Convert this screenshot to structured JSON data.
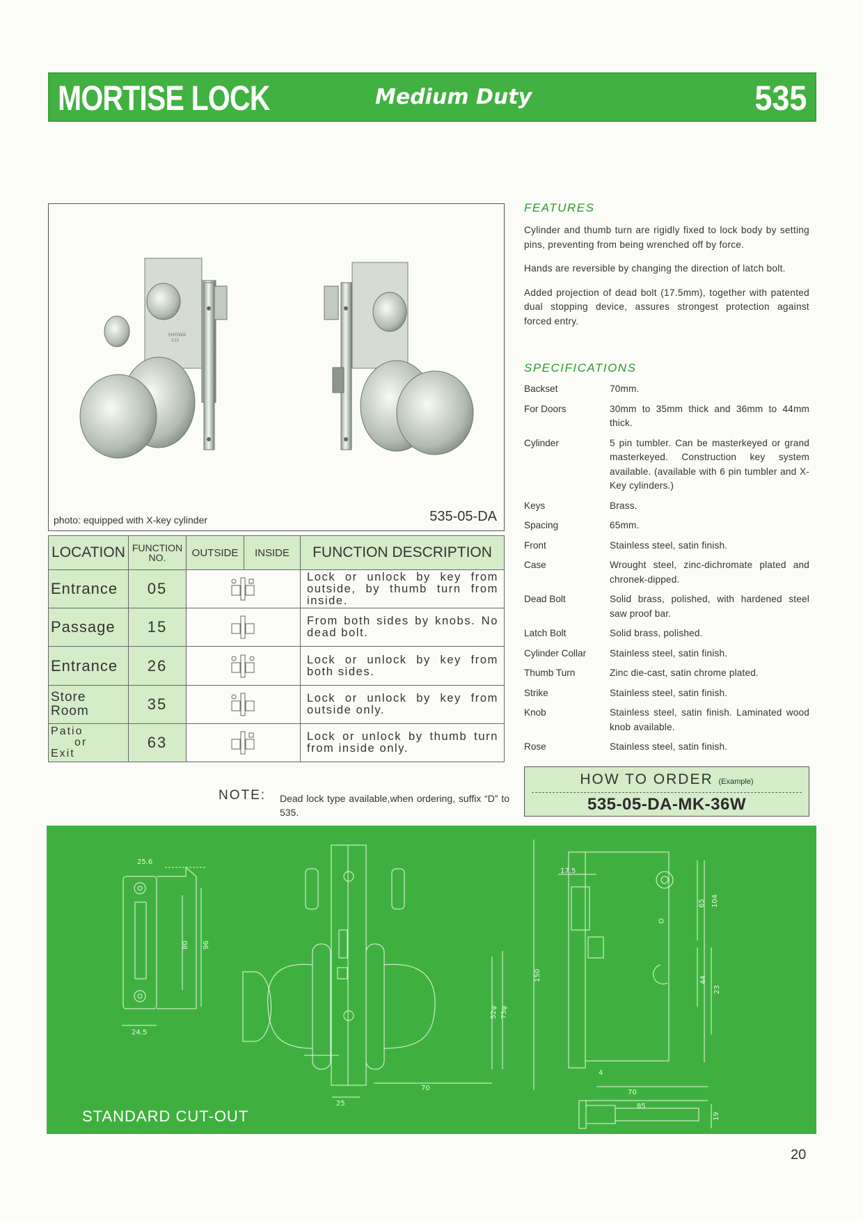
{
  "header": {
    "title": "MORTISE LOCK",
    "duty": "Medium Duty",
    "model": "535"
  },
  "photo": {
    "caption": "photo: equipped with X-key cylinder",
    "model_code": "535-05-DA",
    "brand_mark": "SHOWA",
    "brand_model": "535"
  },
  "function_table": {
    "headers": {
      "location": "LOCATION",
      "function_no_line1": "FUNCTION",
      "function_no_line2": "NO.",
      "outside": "OUTSIDE",
      "inside": "INSIDE",
      "description": "FUNCTION DESCRIPTION"
    },
    "rows": [
      {
        "location": "Entrance",
        "function_no": "05",
        "description": "Lock or unlock by key from outside, by thumb turn from inside."
      },
      {
        "location": "Passage",
        "function_no": "15",
        "description": "From both sides by knobs. No dead bolt."
      },
      {
        "location": "Entrance",
        "function_no": "26",
        "description": "Lock or unlock by key from both sides."
      },
      {
        "location_line1": "Store",
        "location_line2": "Room",
        "function_no": "35",
        "description": "Lock or unlock by key from outside only."
      },
      {
        "location_line1": "Patio",
        "location_line2": "or",
        "location_line3": "Exit",
        "function_no": "63",
        "description": "Lock or unlock by thumb turn from inside only."
      }
    ]
  },
  "note": {
    "label": "NOTE:",
    "text": "Dead lock type available,when ordering, suffix “D” to 535."
  },
  "features": {
    "title": "FEATURES",
    "paragraphs": [
      "Cylinder and thumb turn are rigidly fixed to lock body by setting pins, preventing from being wrenched off by force.",
      "Hands are reversible by changing the direction of latch bolt.",
      "Added projection of dead bolt (17.5mm), together with patented dual stopping device, assures strongest protection against forced entry."
    ]
  },
  "specifications": {
    "title": "SPECIFICATIONS",
    "rows": [
      {
        "key": "Backset",
        "value": "70mm."
      },
      {
        "key": "For Doors",
        "value": "30mm to 35mm thick and 36mm to 44mm thick."
      },
      {
        "key": "Cylinder",
        "value": "5 pin tumbler. Can be masterkeyed or grand masterkeyed. Construction key system available. (available with 6 pin tumbler and X-Key cylinders.)"
      },
      {
        "key": "Keys",
        "value": "Brass."
      },
      {
        "key": "Spacing",
        "value": "65mm."
      },
      {
        "key": "Front",
        "value": "Stainless steel, satin finish."
      },
      {
        "key": "Case",
        "value": "Wrought steel, zinc-dichromate plated and chronek-dipped."
      },
      {
        "key": "Dead Bolt",
        "value": "Solid brass, polished, with hardened steel saw proof bar."
      },
      {
        "key": "Latch Bolt",
        "value": "Solid brass, polished."
      },
      {
        "key": "Cylinder Collar",
        "value": "Stainless steel, satin finish."
      },
      {
        "key": "Thumb Turn",
        "value": "Zinc die-cast, satin chrome plated."
      },
      {
        "key": "Strike",
        "value": "Stainless steel, satin finish."
      },
      {
        "key": "Knob",
        "value": "Stainless steel, satin finish. Laminated wood knob available."
      },
      {
        "key": "Rose",
        "value": "Stainless steel, satin finish."
      }
    ]
  },
  "order": {
    "title": "HOW TO ORDER",
    "example": "(Example)",
    "code": "535-05-DA-MK-36W"
  },
  "drawing": {
    "label": "STANDARD CUT-OUT",
    "dimensions": {
      "strike_width": "25.6",
      "strike_offset": "24.5",
      "strike_h1": "80",
      "strike_h2": "96",
      "front_width": "25",
      "backset": "70",
      "rose_dia": "52φ",
      "knob_dia": "75φ",
      "height_total": "150",
      "deadbolt": "17.5",
      "spacing": "65",
      "height_104": "104",
      "height_44": "44",
      "height_23": "23",
      "case_4": "4",
      "case_70": "70",
      "case_85": "85",
      "bolt_19": "19"
    }
  },
  "page_number": "20",
  "colors": {
    "brand_green": "#3fb03f",
    "table_tint": "#d5ecc8",
    "spec_title_green": "#2c9a2c"
  }
}
